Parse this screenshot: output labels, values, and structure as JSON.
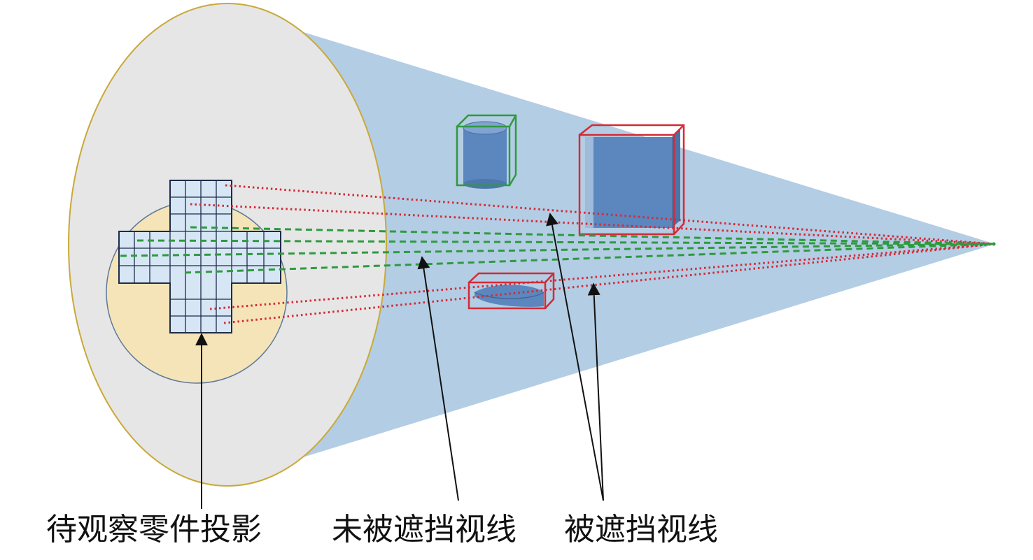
{
  "labels": {
    "part_projection": "待观察零件投影",
    "unblocked_sightline": "未被遮挡视线",
    "blocked_sightline": "被遮挡视线"
  },
  "colors": {
    "background": "#ffffff",
    "cone_fill": "#b3cde4",
    "base_disc": "#e6e6e6",
    "base_rim": "#c9a93a",
    "projection_disc": "#f5e4b8",
    "grid_fill": "#d6e6f4",
    "grid_line": "#1f2b4a",
    "object_fill": "#5b87be",
    "unblocked_box": "#2e9a3e",
    "blocked_box": "#d42a37",
    "unblocked_line": "#2e9a3e",
    "blocked_line": "#d42a37",
    "arrow": "#111111"
  },
  "icons": {
    "viewpoint": "apex-point-icon"
  }
}
